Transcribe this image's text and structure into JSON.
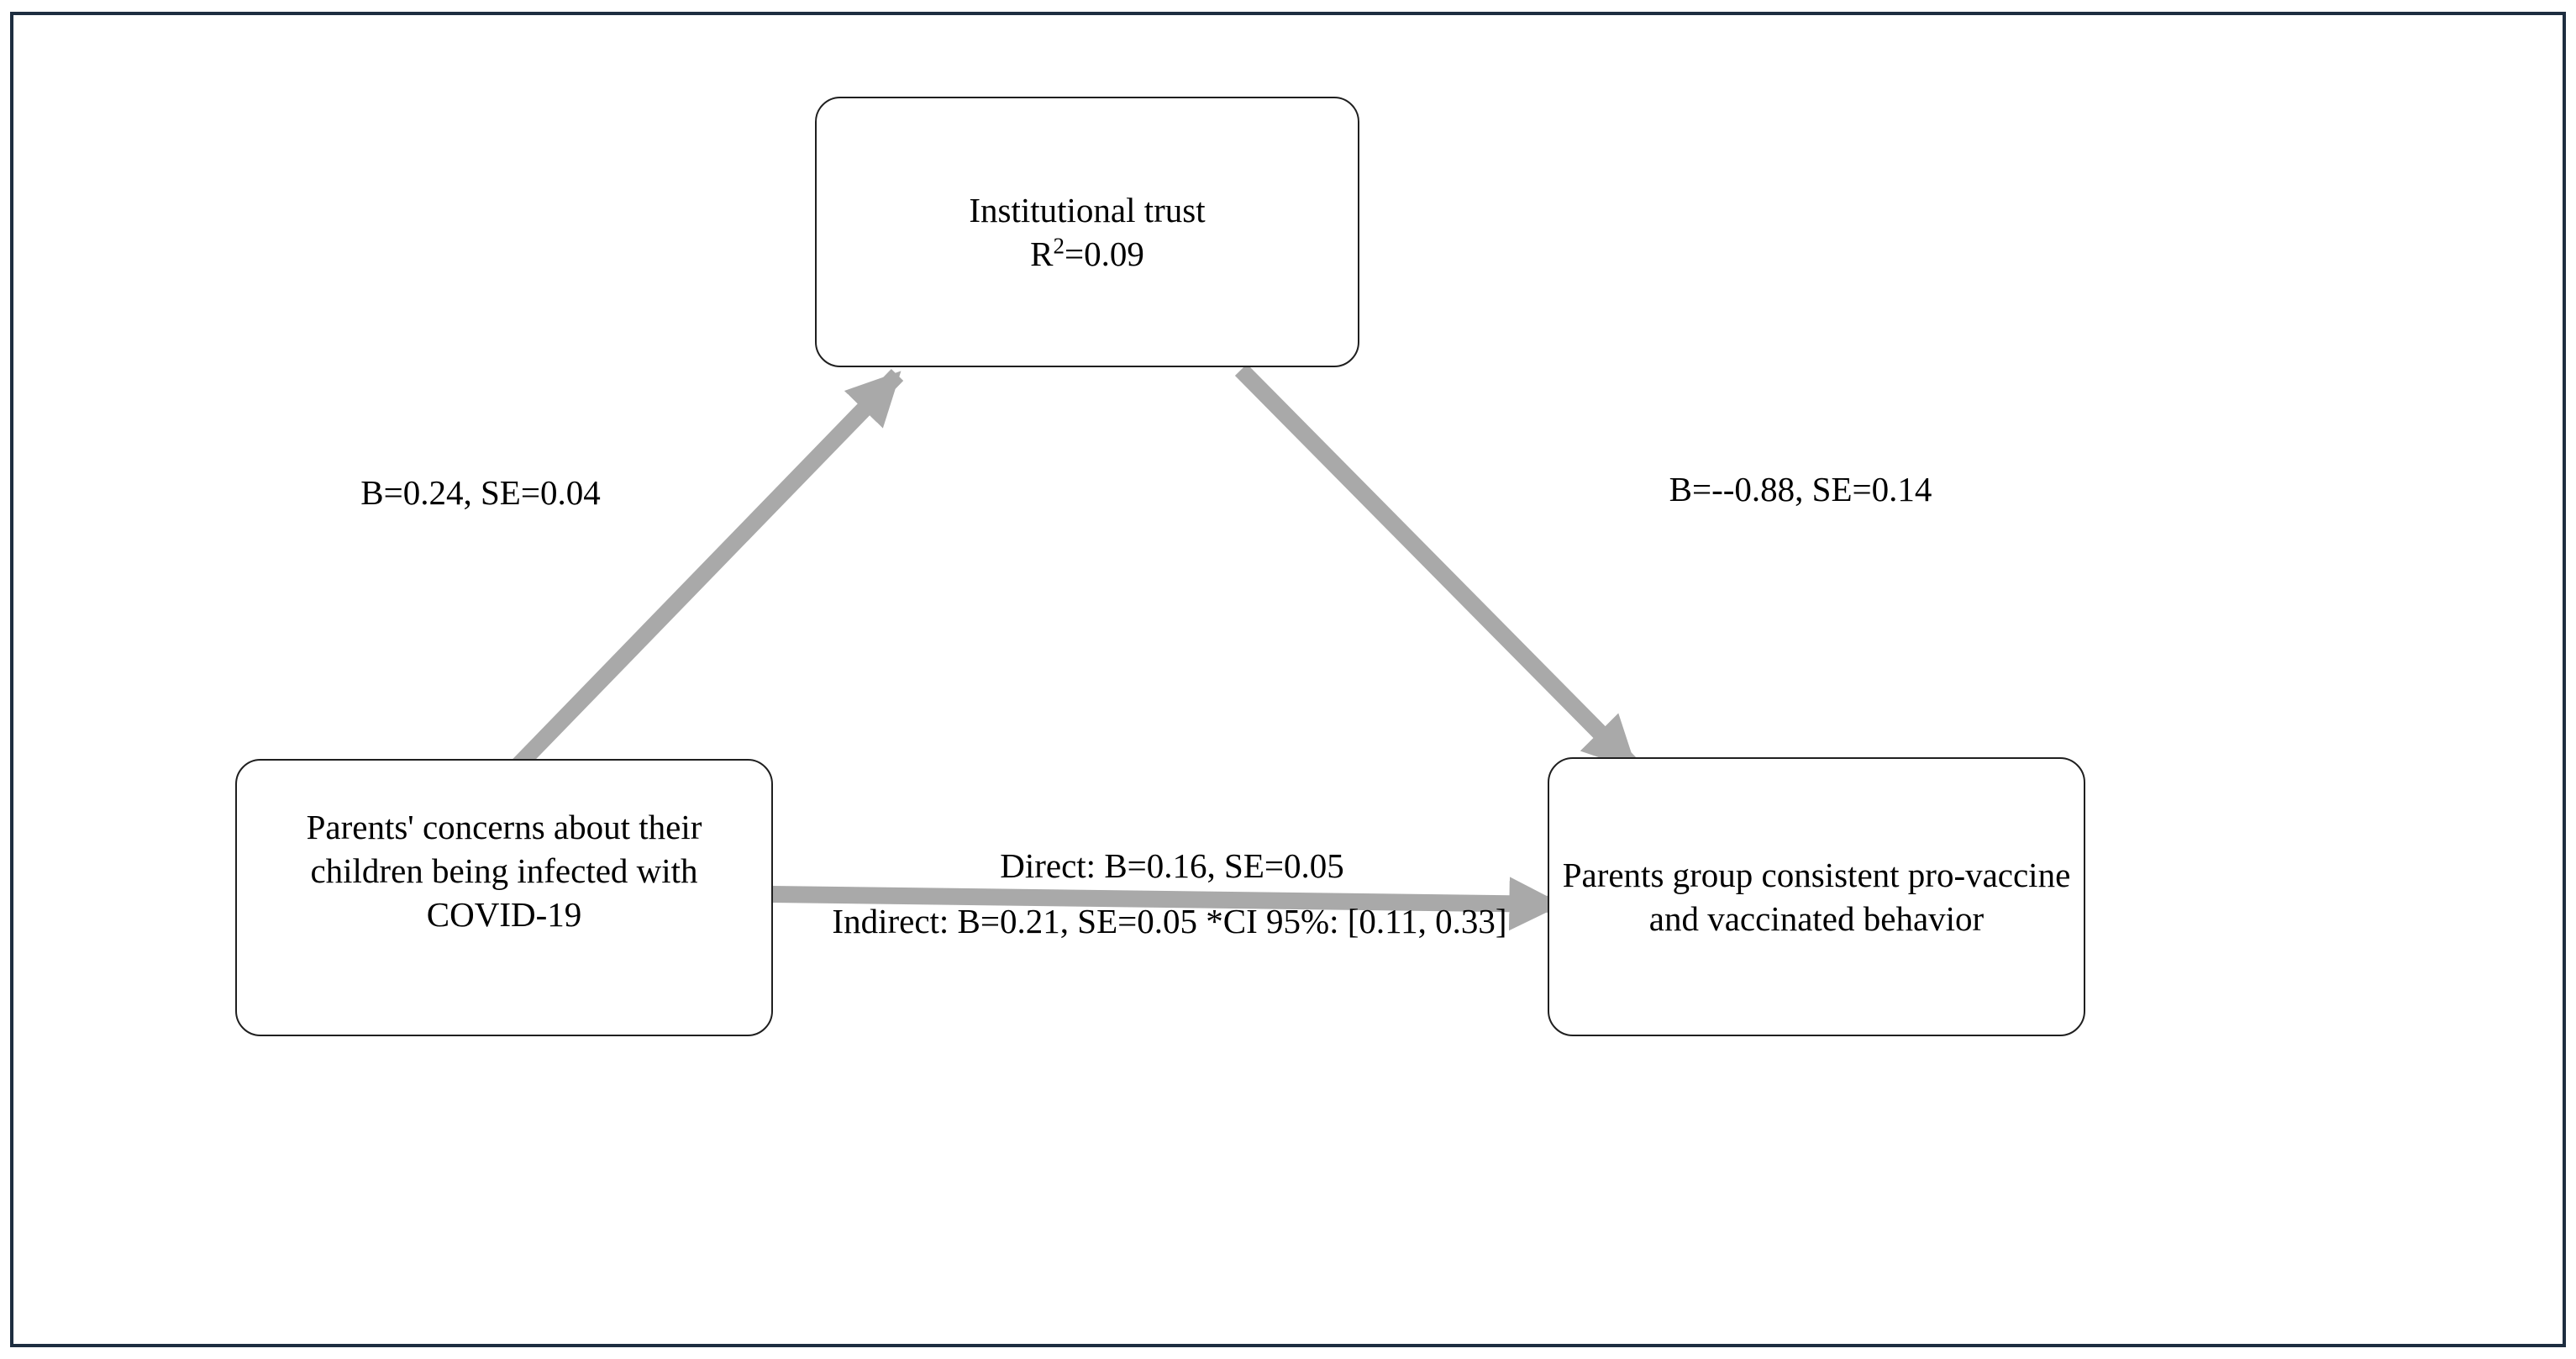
{
  "diagram": {
    "type": "mediation-path-model",
    "nodes": {
      "mediator": {
        "title": "Institutional trust",
        "r2_base": "R",
        "r2_sup": "2",
        "r2_rest": "=0.09"
      },
      "predictor": {
        "label": "Parents' concerns about their children being infected with COVID-19"
      },
      "outcome": {
        "label": "Parents group consistent pro-vaccine and vaccinated behavior"
      }
    },
    "edges": {
      "a_path": {
        "label": "B=0.24, SE=0.04"
      },
      "b_path": {
        "label": "B=--0.88, SE=0.14"
      },
      "direct": {
        "label": "Direct: B=0.16, SE=0.05"
      },
      "indirect": {
        "label": "Indirect: B=0.21, SE=0.05 *CI 95%: [0.11, 0.33]"
      }
    },
    "colors": {
      "arrow": "#a9a9a9",
      "frame_border": "#1e2e40",
      "box_border": "#1f1f1f",
      "text": "#000000",
      "background": "#ffffff"
    }
  }
}
